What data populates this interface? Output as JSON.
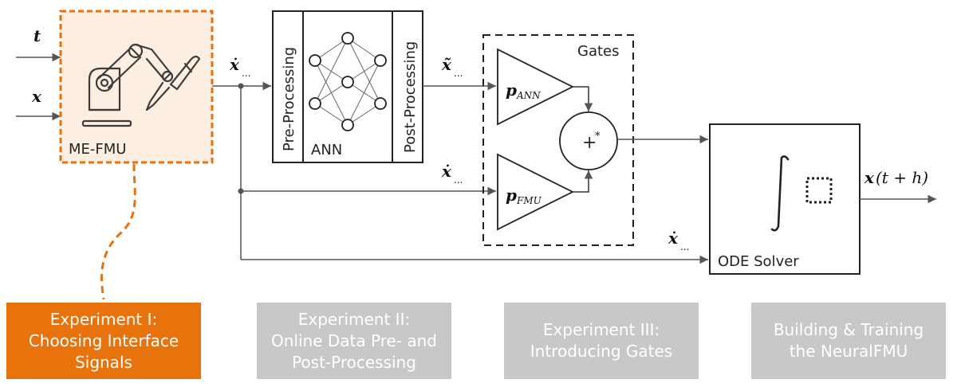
{
  "colors": {
    "accent": "#e8720c",
    "accent_light": "#fdeee2",
    "muted": "#c8c8c8",
    "line": "#555555"
  },
  "inputs": {
    "t": "t",
    "x": "x"
  },
  "fmu": {
    "label": "ME-FMU"
  },
  "ann": {
    "pre": "Pre-Processing",
    "label": "ANN",
    "post": "Post-Processing"
  },
  "signals": {
    "xdot": "ẋ",
    "xtilde": "x̃",
    "dots": "..."
  },
  "gates": {
    "label": "Gates",
    "p": "p",
    "p_ann_sub": "ANN",
    "p_fmu_sub": "FMU",
    "sum": "+",
    "sum_sup": "*"
  },
  "solver": {
    "label": "ODE Solver",
    "output_x": "x",
    "output_args": "(t + h)"
  },
  "experiments": [
    {
      "text": "Experiment I:\nChoosing Interface\nSignals",
      "active": true
    },
    {
      "text": "Experiment II:\nOnline Data Pre- and\nPost-Processing",
      "active": false
    },
    {
      "text": "Experiment III:\nIntroducing Gates",
      "active": false
    },
    {
      "text": "Building & Training\nthe NeuralFMU",
      "active": false
    }
  ]
}
